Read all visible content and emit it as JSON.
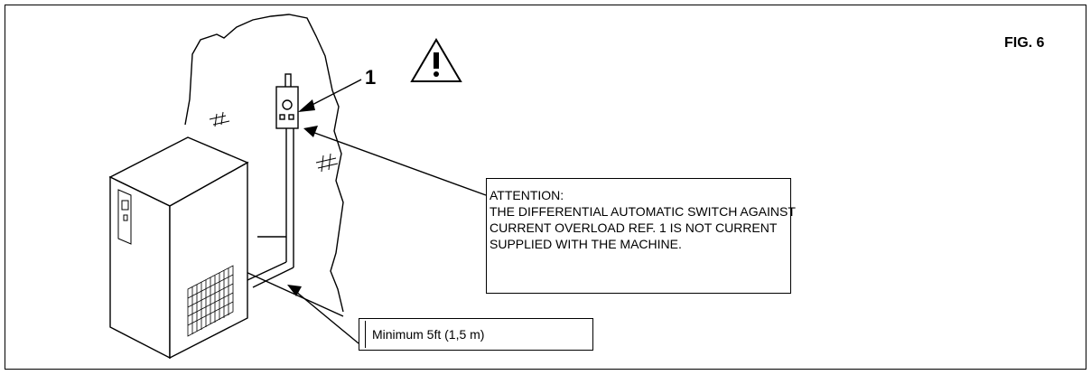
{
  "figure": {
    "label": "FIG. 6"
  },
  "callout": {
    "number": "1"
  },
  "warning": {
    "icon": "warning-triangle-icon"
  },
  "attention": {
    "lines": [
      "ATTENTION:",
      "THE DIFFERENTIAL AUTOMATIC SWITCH AGAINST",
      "CURRENT OVERLOAD REF. 1 IS NOT CURRENT",
      "SUPPLIED WITH THE MACHINE."
    ]
  },
  "distance": {
    "label": "Minimum 5ft (1,5 m)"
  }
}
